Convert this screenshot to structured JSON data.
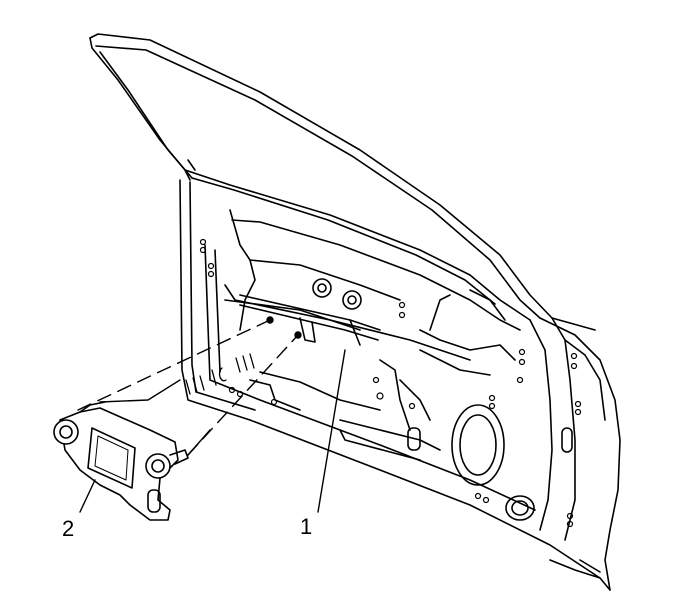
{
  "callouts": [
    {
      "id": "1",
      "text": "1"
    },
    {
      "id": "2",
      "text": "2"
    }
  ],
  "colors": {
    "stroke": "#000000",
    "fill": "#ffffff",
    "shade": "#d8d8d8"
  }
}
